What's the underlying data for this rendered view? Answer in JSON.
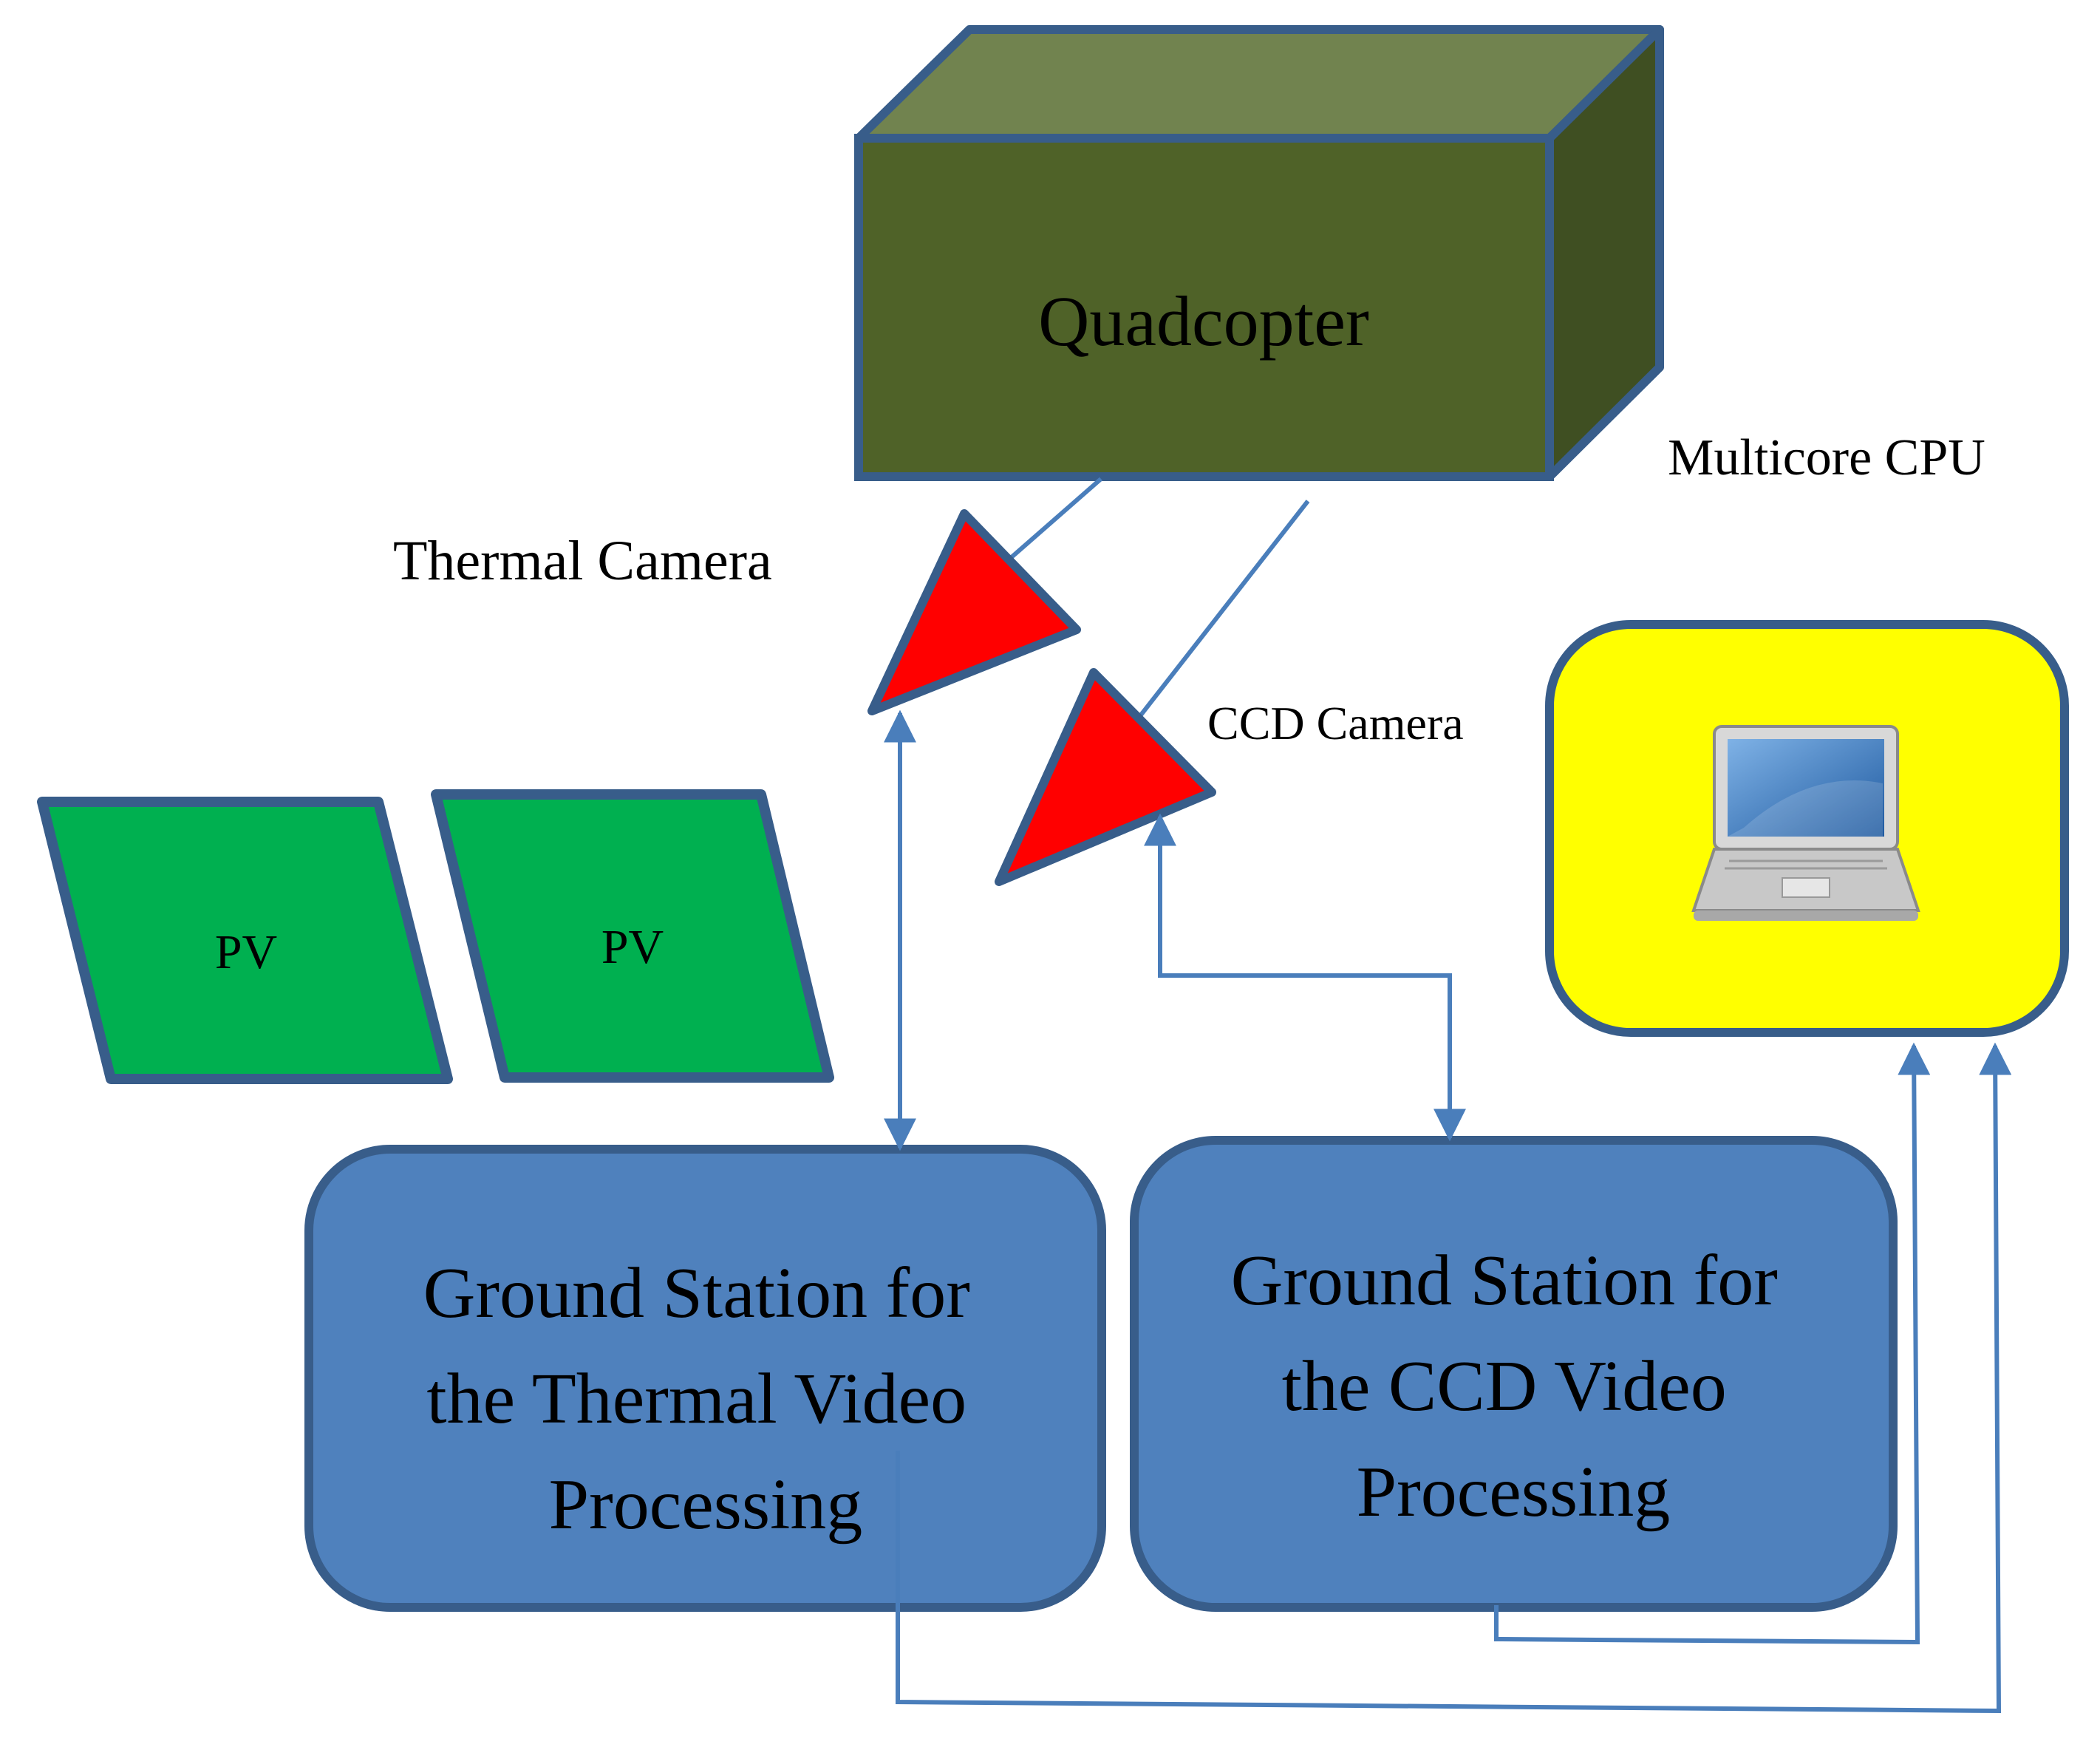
{
  "quadcopter": {
    "label": "Quadcopter"
  },
  "cpu": {
    "label": "Multicore CPU",
    "icon": "laptop-icon",
    "fill": "#ffff00"
  },
  "thermal_camera": {
    "label": "Thermal Camera"
  },
  "ccd_camera": {
    "label": "CCD Camera"
  },
  "pv_panels": [
    {
      "label": "PV"
    },
    {
      "label": "PV"
    }
  ],
  "ground_thermal": {
    "lines": [
      "Ground Station for",
      "the Thermal Video",
      "Processing"
    ]
  },
  "ground_ccd": {
    "lines": [
      "Ground Station for",
      "the CCD Video",
      "Processing"
    ]
  },
  "colors": {
    "box_front": "#4f6228",
    "box_top": "#71834f",
    "box_side": "#3f4f22",
    "camera": "#ff0000",
    "pv": "#00b050",
    "station": "#4f81bd",
    "border": "#385d8a",
    "connector": "#4a7ebb"
  }
}
